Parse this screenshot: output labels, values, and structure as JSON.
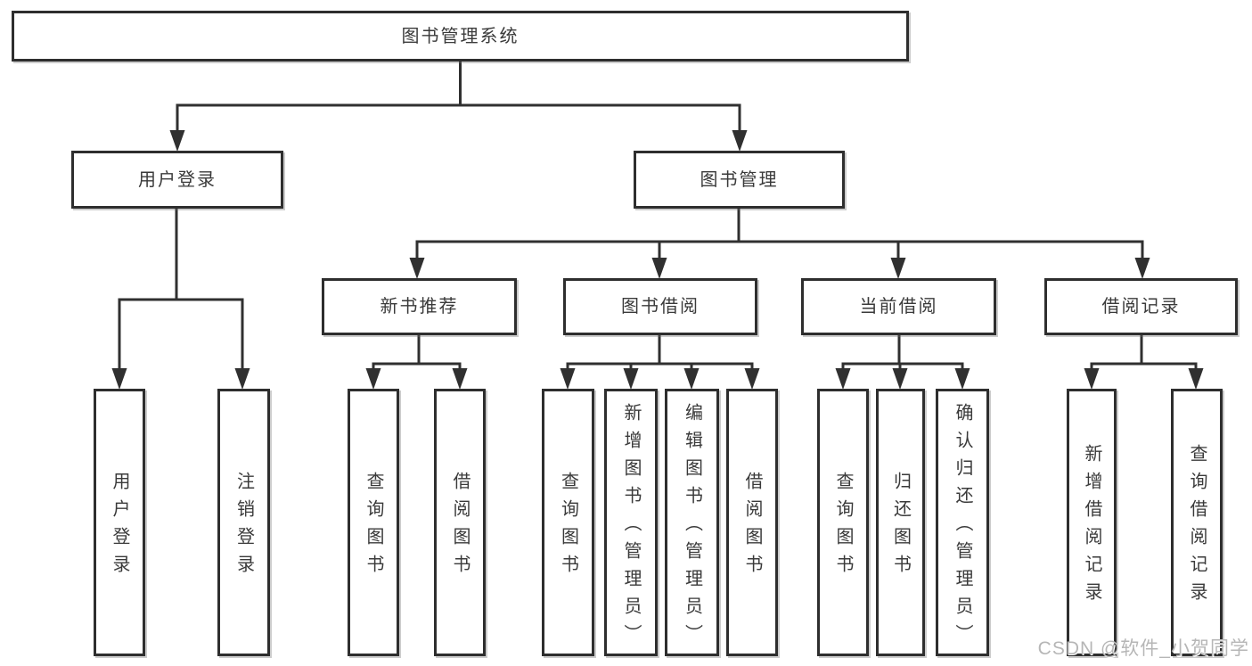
{
  "colors": {
    "line": "#303030",
    "box_border": "#2e2e2e",
    "text": "#3a3a3a",
    "watermark": "#b6b6b6",
    "background": "#ffffff"
  },
  "watermark": "CSDN @软件_小贺同学",
  "tree": {
    "root": {
      "label": "图书管理系统"
    },
    "children": [
      {
        "label": "用户登录",
        "children": [
          {
            "label": "用户登录"
          },
          {
            "label": "注销登录"
          }
        ]
      },
      {
        "label": "图书管理",
        "children": [
          {
            "label": "新书推荐",
            "children": [
              {
                "label": "查询图书"
              },
              {
                "label": "借阅图书"
              }
            ]
          },
          {
            "label": "图书借阅",
            "children": [
              {
                "label": "查询图书"
              },
              {
                "label": "新增图书（管理员）"
              },
              {
                "label": "编辑图书（管理员）"
              },
              {
                "label": "借阅图书"
              }
            ]
          },
          {
            "label": "当前借阅",
            "children": [
              {
                "label": "查询图书"
              },
              {
                "label": "归还图书"
              },
              {
                "label": "确认归还（管理员）"
              }
            ]
          },
          {
            "label": "借阅记录",
            "children": [
              {
                "label": "新增借阅记录"
              },
              {
                "label": "查询借阅记录"
              }
            ]
          }
        ]
      }
    ]
  }
}
